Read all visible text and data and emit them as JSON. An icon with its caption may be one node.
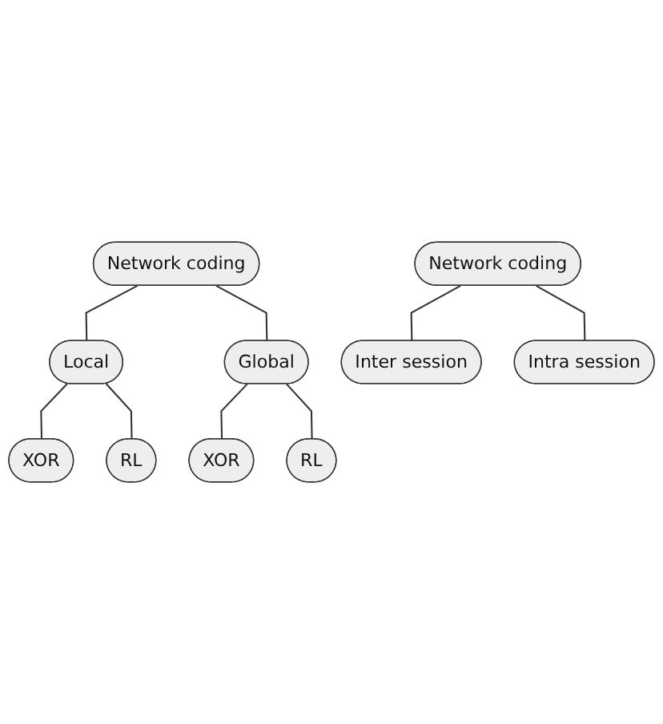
{
  "diagram": {
    "nodes": [
      {
        "text": [
          "Network coding"
        ]
      },
      {
        "text": [
          "Local"
        ]
      },
      {
        "text": [
          "Global"
        ]
      },
      {
        "text": [
          "XOR"
        ]
      },
      {
        "text": [
          "RL"
        ]
      },
      {
        "text": [
          "XOR"
        ]
      },
      {
        "text": [
          "RL"
        ]
      },
      {
        "text": [
          "Network coding"
        ]
      },
      {
        "text": [
          "Inter session"
        ]
      },
      {
        "text": [
          "Intra session"
        ]
      }
    ],
    "edges": [
      {
        "from": 0,
        "to": 1,
        "arrow": "none"
      },
      {
        "from": 0,
        "to": 2,
        "arrow": "none"
      },
      {
        "from": 1,
        "to": 3,
        "arrow": "none"
      },
      {
        "from": 1,
        "to": 4,
        "arrow": "none"
      },
      {
        "from": 2,
        "to": 5,
        "arrow": "none"
      },
      {
        "from": 2,
        "to": 6,
        "arrow": "none"
      },
      {
        "from": 7,
        "to": 8,
        "arrow": "none"
      },
      {
        "from": 7,
        "to": 9,
        "arrow": "none"
      }
    ]
  }
}
